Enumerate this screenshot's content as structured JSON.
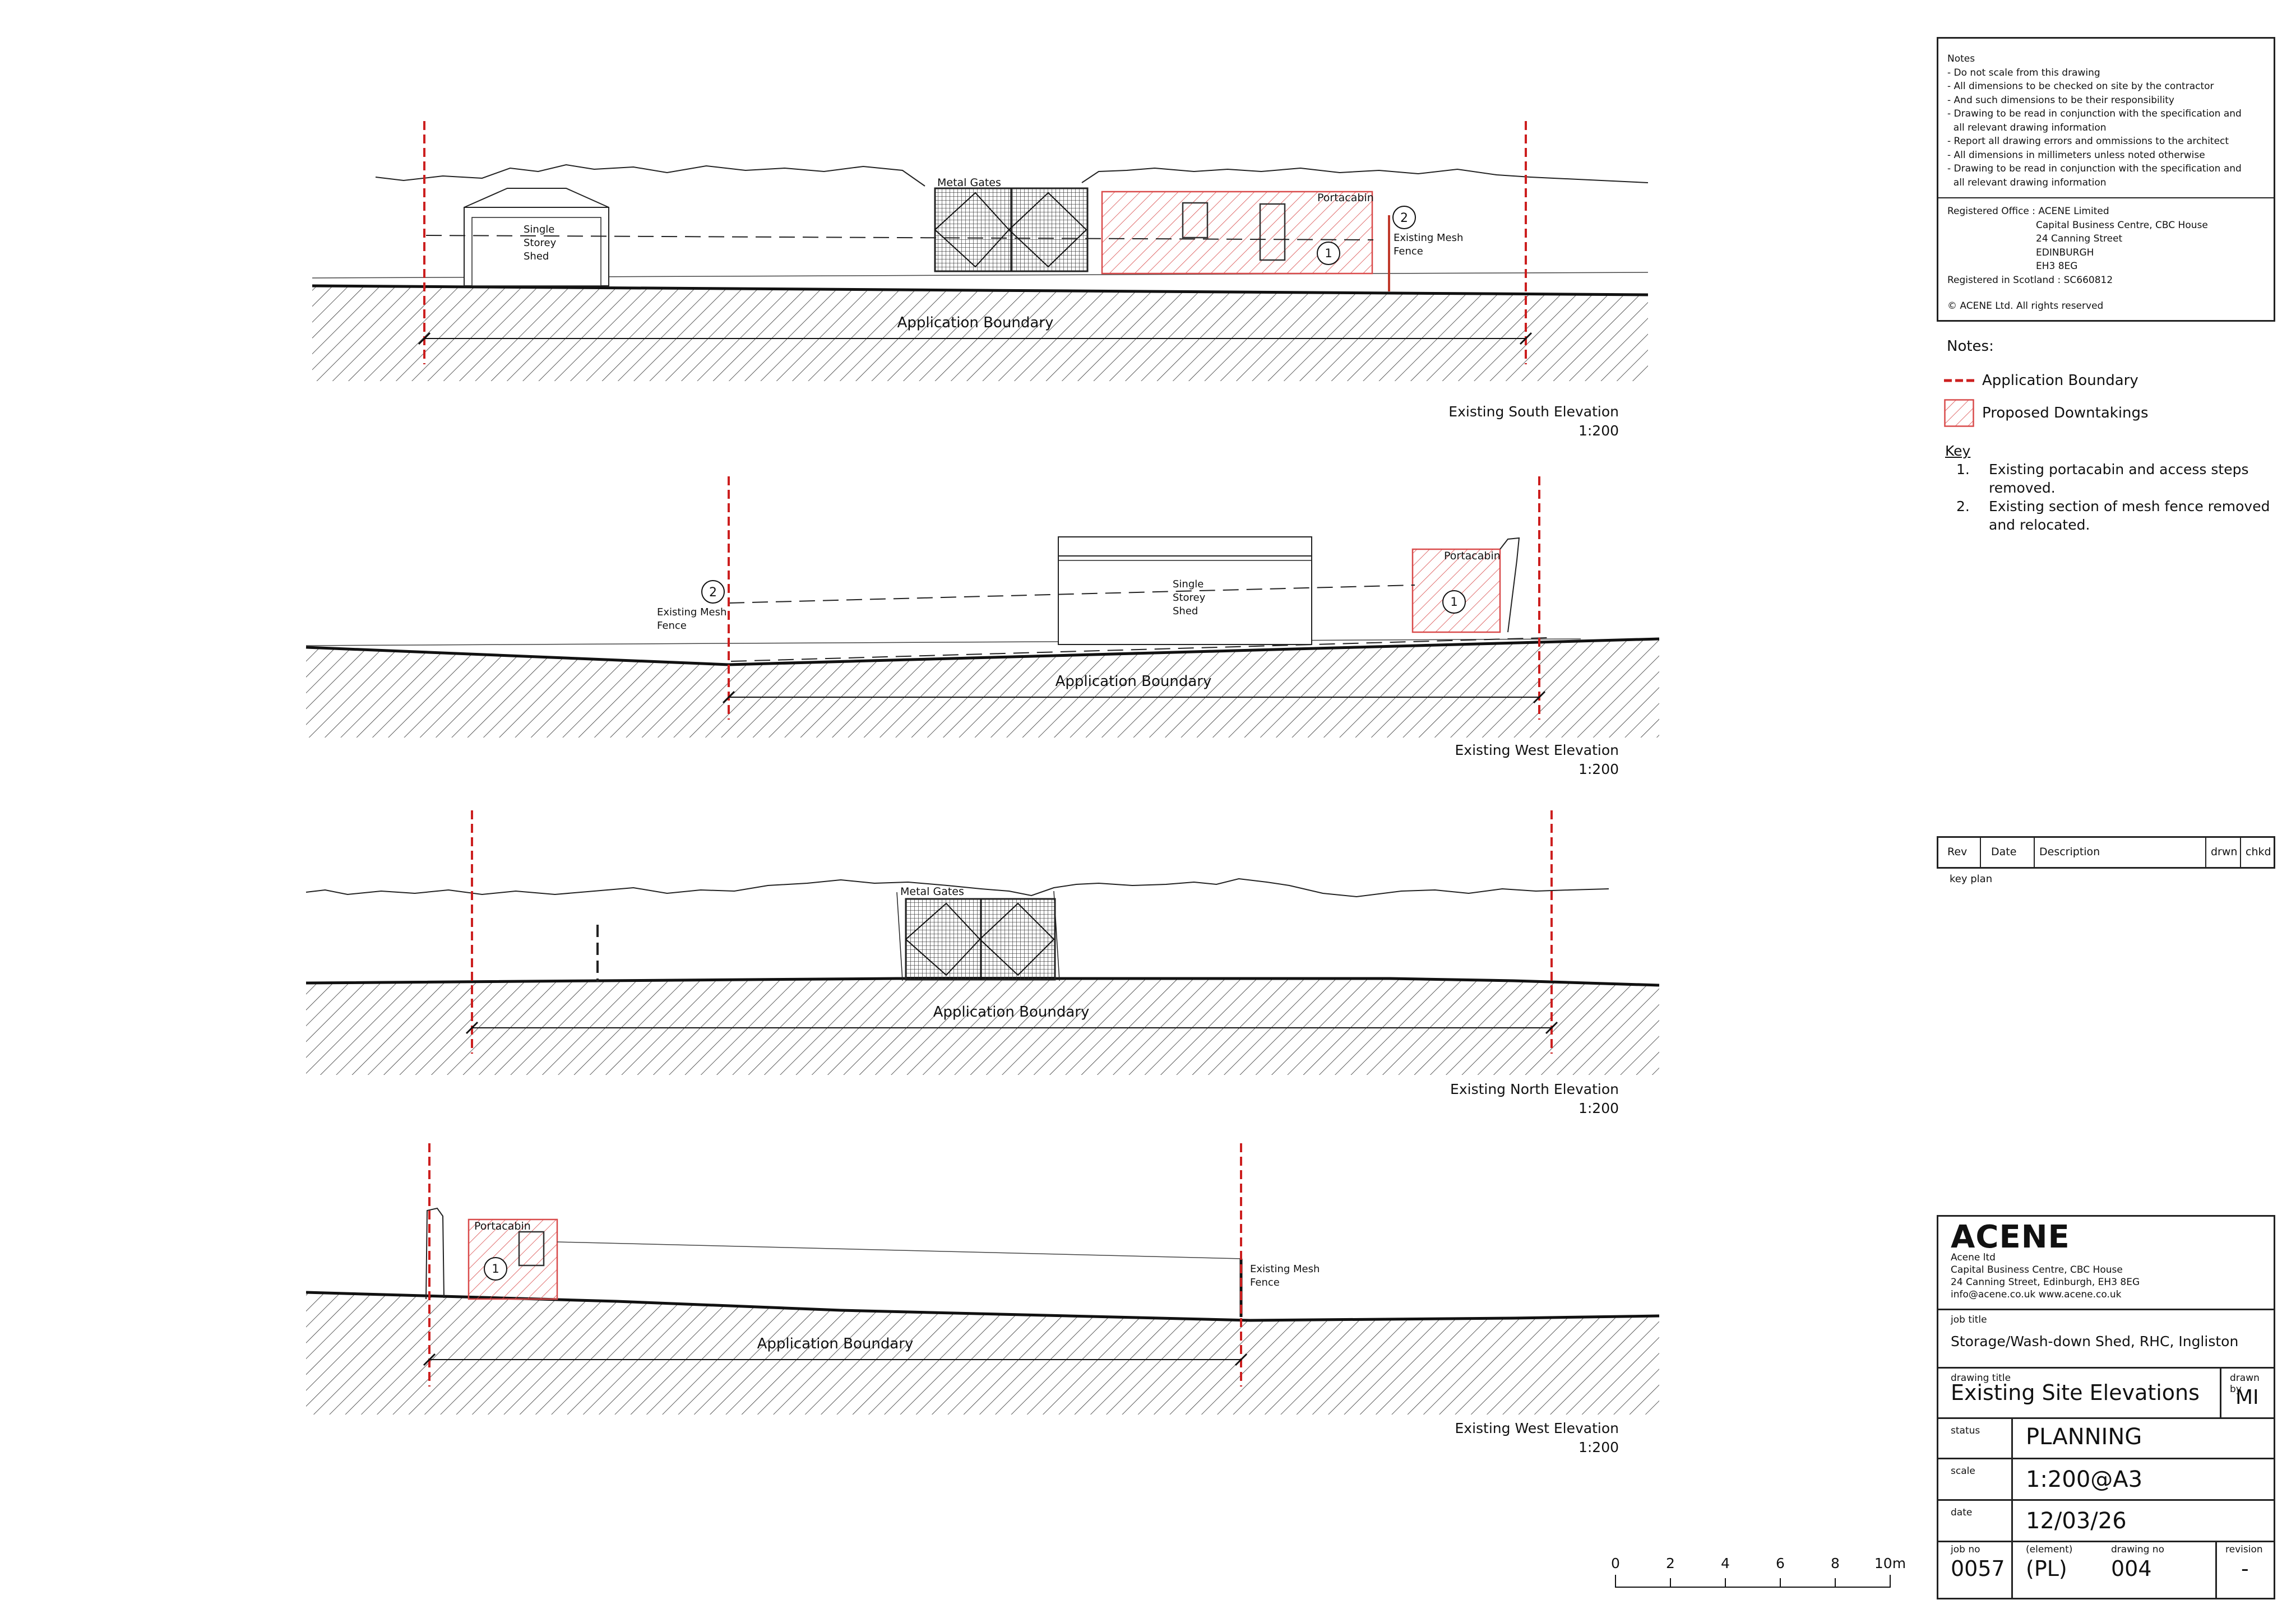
{
  "notes_box": {
    "heading": "Notes",
    "items": [
      "- Do not scale from this drawing",
      "- All dimensions to be checked on site by the contractor",
      "- And such dimensions to be their responsibility",
      "- Drawing to be read in conjunction with the specification and",
      "  all relevant drawing information",
      "- Report all drawing errors and ommissions to the architect",
      "- All dimensions in millimeters unless noted otherwise",
      "- Drawing to be read in conjunction with the specification and",
      "  all relevant drawing information"
    ],
    "office": [
      "Registered Office : ACENE Limited",
      "Capital Business Centre, CBC House",
      "24 Canning Street",
      "EDINBURGH",
      "EH3 8EG",
      "Registered in Scotland : SC660812"
    ],
    "copyright": "©  ACENE Ltd.  All rights reserved"
  },
  "legend": {
    "heading": "Notes:",
    "boundary_label": "Application Boundary",
    "downtakings_label": "Proposed Downtakings",
    "boundary_color": "#cc1f1f",
    "hatch_color": "#d94b4b"
  },
  "key": {
    "heading": "Key",
    "items": [
      {
        "num": "1.",
        "text": "Existing portacabin and access steps removed."
      },
      {
        "num": "2.",
        "text": "Existing section of mesh fence removed and relocated."
      }
    ]
  },
  "revision_table": {
    "headers": [
      "Rev",
      "Date",
      "Description",
      "drwn",
      "chkd"
    ],
    "note": "key plan"
  },
  "elevations": {
    "south": {
      "title": "Existing South Elevation",
      "scale": "1:200",
      "boundary": "Application Boundary",
      "shed": [
        "Single",
        "Storey",
        "Shed"
      ],
      "gates": "Metal Gates",
      "portacabin": "Portacabin",
      "marker1": "1",
      "marker2": "2",
      "fence": [
        "Existing Mesh",
        "Fence"
      ]
    },
    "west1": {
      "title": "Existing West Elevation",
      "scale": "1:200",
      "boundary": "Application Boundary",
      "shed": [
        "Single",
        "Storey",
        "Shed"
      ],
      "portacabin": "Portacabin",
      "marker1": "1",
      "marker2": "2",
      "fence": [
        "Existing Mesh",
        "Fence"
      ]
    },
    "north": {
      "title": "Existing North Elevation",
      "scale": "1:200",
      "boundary": "Application Boundary",
      "gates": "Metal Gates"
    },
    "west2": {
      "title": "Existing West Elevation",
      "scale": "1:200",
      "boundary": "Application Boundary",
      "portacabin": "Portacabin",
      "marker1": "1",
      "fence": [
        "Existing Mesh",
        "Fence"
      ]
    }
  },
  "scale_bar": {
    "ticks": [
      "0",
      "2",
      "4",
      "6",
      "8",
      "10m"
    ]
  },
  "title_block": {
    "logo": "ACENE",
    "company": [
      "Acene ltd",
      "Capital Business Centre, CBC House",
      "24 Canning Street, Edinburgh, EH3 8EG",
      "info@acene.co.uk  www.acene.co.uk"
    ],
    "job_title_label": "job title",
    "job_title": "Storage/Wash-down Shed, RHC, Ingliston",
    "drawing_title_label": "drawing title",
    "drawing_title": "Existing Site Elevations",
    "drawn_by_label": "drawn by",
    "drawn_by": "MI",
    "status_label": "status",
    "status": "PLANNING",
    "scale_label": "scale",
    "scale": "1:200@A3",
    "date_label": "date",
    "date": "12/03/26",
    "job_no_label": "job no",
    "job_no": "0057",
    "element_label": "(element)",
    "element": "(PL)",
    "drawing_no_label": "drawing no",
    "drawing_no": "004",
    "revision_label": "revision",
    "revision": "-"
  }
}
